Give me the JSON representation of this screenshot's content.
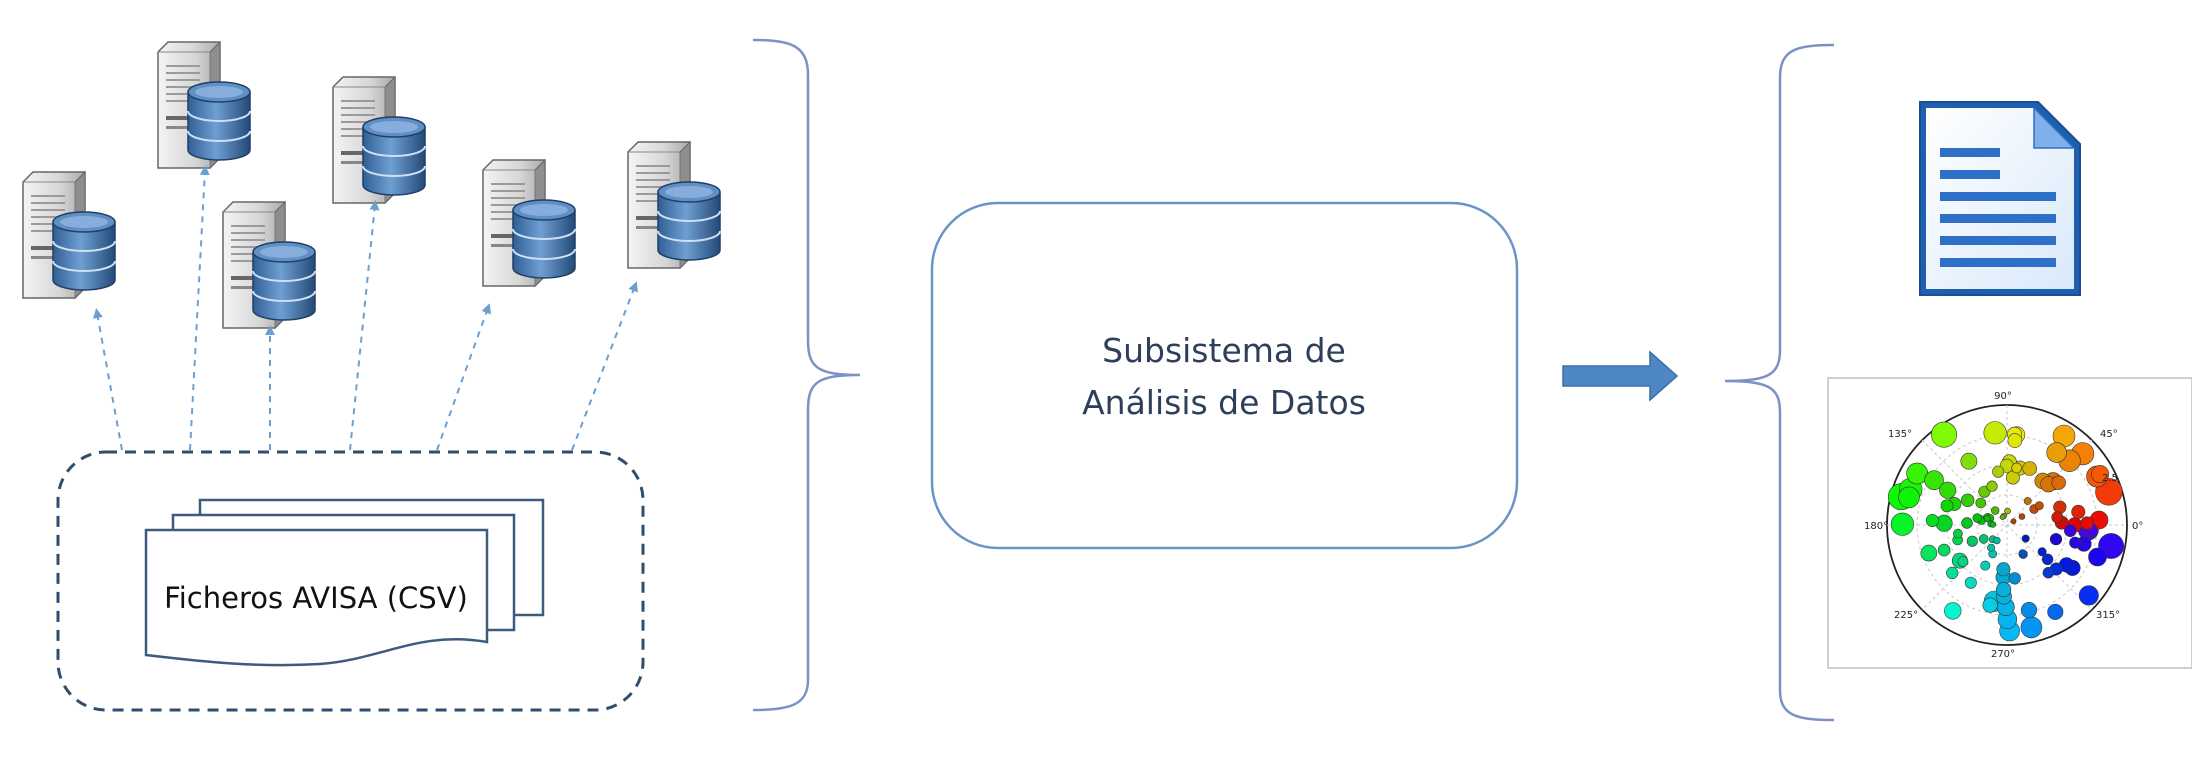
{
  "source": {
    "files_label": "Ficheros AVISA (CSV)"
  },
  "process": {
    "line1": "Subsistema de",
    "line2": "Análisis de Datos"
  },
  "polar_plot": {
    "angle_ticks": [
      "90°",
      "45°",
      "0°",
      "315°",
      "270°",
      "225°",
      "180°",
      "135°"
    ],
    "radial_tick": "2.5"
  },
  "colors": {
    "dashed_border": "#2e4e6e",
    "arrow_blue": "#6b9fd0",
    "brace": "#7b93c4",
    "process_border": "#6894c8",
    "big_arrow": "#4f86c6",
    "doc_blue": "#2e6fc7"
  },
  "icons": [
    "server-database-icon",
    "document-icon",
    "polar-scatter-plot-icon"
  ]
}
